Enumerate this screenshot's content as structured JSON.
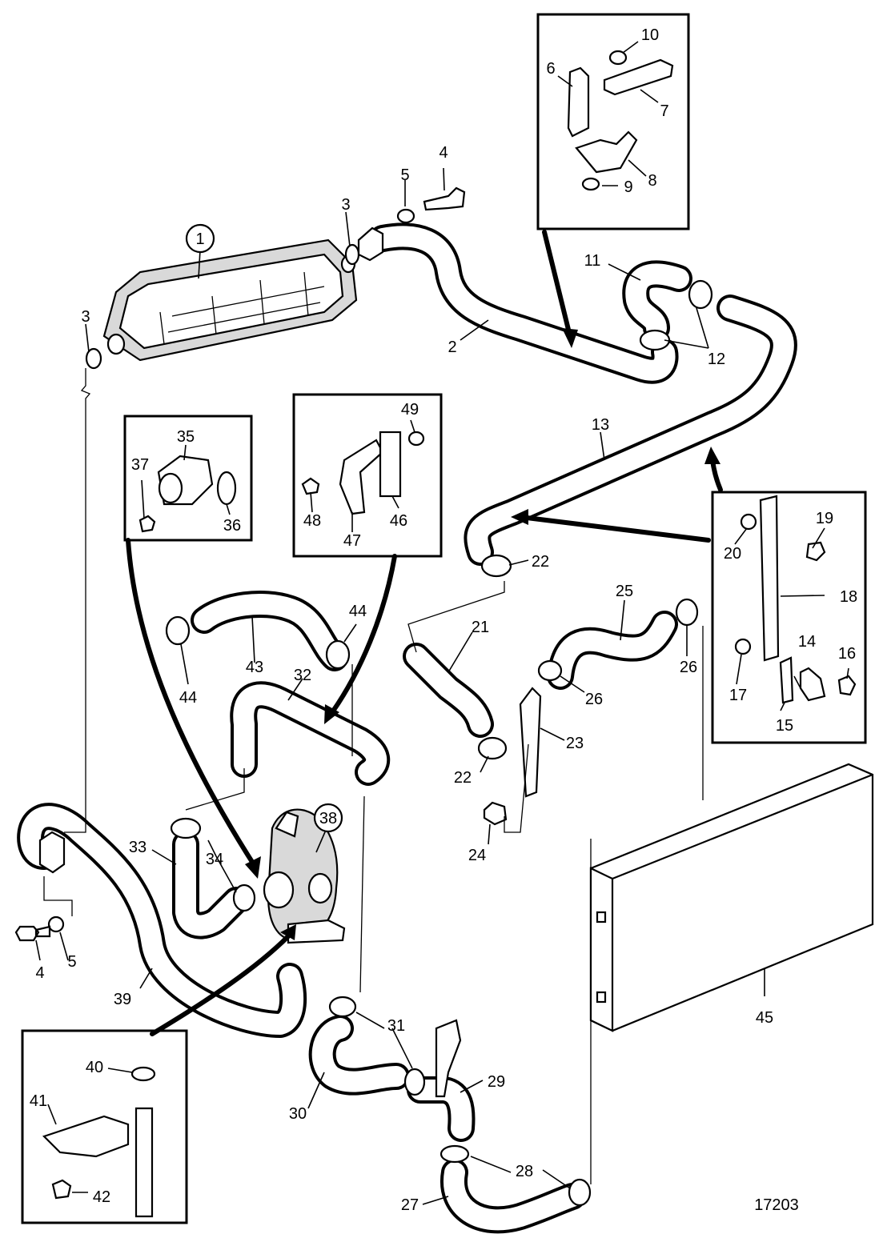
{
  "callouts": {
    "c1": "1",
    "c2": "2",
    "c3a": "3",
    "c3b": "3",
    "c4a": "4",
    "c4b": "4",
    "c5a": "5",
    "c5b": "5",
    "c6": "6",
    "c7": "7",
    "c8": "8",
    "c9": "9",
    "c10": "10",
    "c11": "11",
    "c12": "12",
    "c13": "13",
    "c14": "14",
    "c15": "15",
    "c16": "16",
    "c17": "17",
    "c18": "18",
    "c19": "19",
    "c20": "20",
    "c21": "21",
    "c22a": "22",
    "c22b": "22",
    "c23": "23",
    "c24": "24",
    "c25": "25",
    "c26a": "26",
    "c26b": "26",
    "c27": "27",
    "c28": "28",
    "c29": "29",
    "c30": "30",
    "c31": "31",
    "c32": "32",
    "c33": "33",
    "c34": "34",
    "c35": "35",
    "c36": "36",
    "c37": "37",
    "c38": "38",
    "c39": "39",
    "c40": "40",
    "c41": "41",
    "c42": "42",
    "c43": "43",
    "c44a": "44",
    "c44b": "44",
    "c45": "45",
    "c46": "46",
    "c47": "47",
    "c48": "48",
    "c49": "49"
  },
  "figure_number": "17203"
}
